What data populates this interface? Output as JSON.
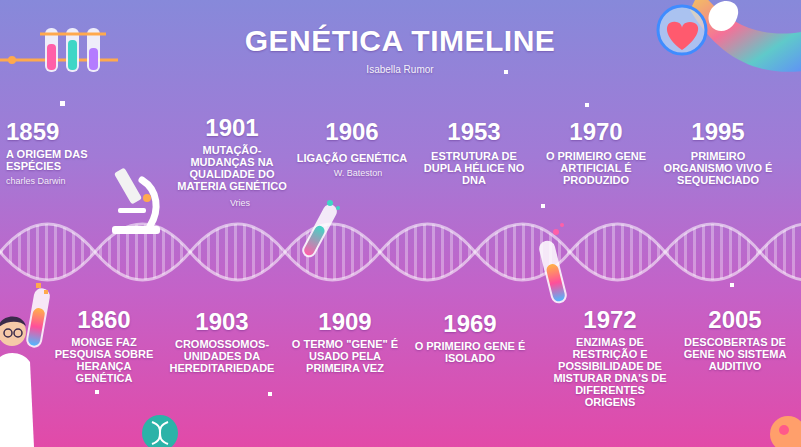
{
  "diagram": {
    "title": "GENÉTICA TIMELINE",
    "labels": [
      "Isabella Rumor",
      "1859",
      "A ORIGEM DAS ESPÉCIES",
      "charles Darwin",
      "1901",
      "MUTAÇÃO- MUDANÇAS NA QUALIDADE DO MATERIA GENÉTICO",
      "Vries",
      "1906",
      "LIGAÇÃO GENÉTICA",
      "W. Bateston",
      "1953",
      "ESTRUTURA DE DUPLA HÉLICE NO DNA",
      "1970",
      "O PRIMEIRO GENE ARTIFICIAL É PRODUZIDO",
      "1995",
      "PRIMEIRO ORGANISMO VIVO É SEQUENCIADO",
      "1860",
      "MONGE FAZ PESQUISA SOBRE HERANÇA GENÉTICA",
      "1903",
      "CROMOSSOMOS- UNIDADES DA HEREDITARIEDADE",
      "1909",
      "O TERMO \"GENE\" É USADO PELA PRIMEIRA VEZ",
      "1969",
      "O PRIMEIRO GENE É ISOLADO",
      "1972",
      "ENZIMAS DE RESTRIÇÃO E POSSIBILIDADE DE MISTURAR DNA'S DE DIFERENTES ORIGENS",
      "2005",
      "DESCOBERTAS DE GENE NO SISTEMA AUDITIVO"
    ]
  }
}
